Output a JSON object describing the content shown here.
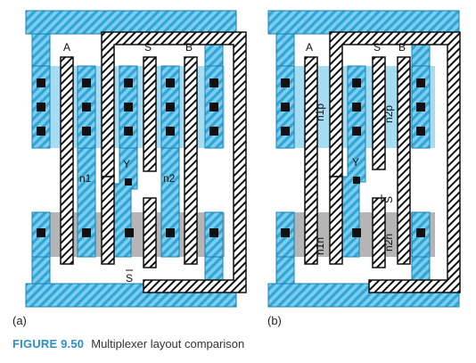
{
  "panels": [
    {
      "sublabel": "(a)",
      "labels": {
        "a": "A",
        "s": "S",
        "b": "B",
        "n1": "n1",
        "n2": "n2",
        "y": "Y",
        "sbar": "S"
      }
    },
    {
      "sublabel": "(b)",
      "labels": {
        "a": "A",
        "s": "S",
        "b": "B",
        "n1p": "n1p",
        "n2p": "n2p",
        "n1n": "n1n",
        "n2n": "n2n",
        "y": "Y",
        "sbar": "S"
      }
    }
  ],
  "caption": {
    "figure": "FIGURE 9.50",
    "title": "Multiplexer layout comparison"
  },
  "colors": {
    "metal": "#3bb2e0",
    "diff_p": "#a6dcf2",
    "diff_n": "#b5b5b5",
    "poly": "#222222",
    "contact": "#111111"
  }
}
